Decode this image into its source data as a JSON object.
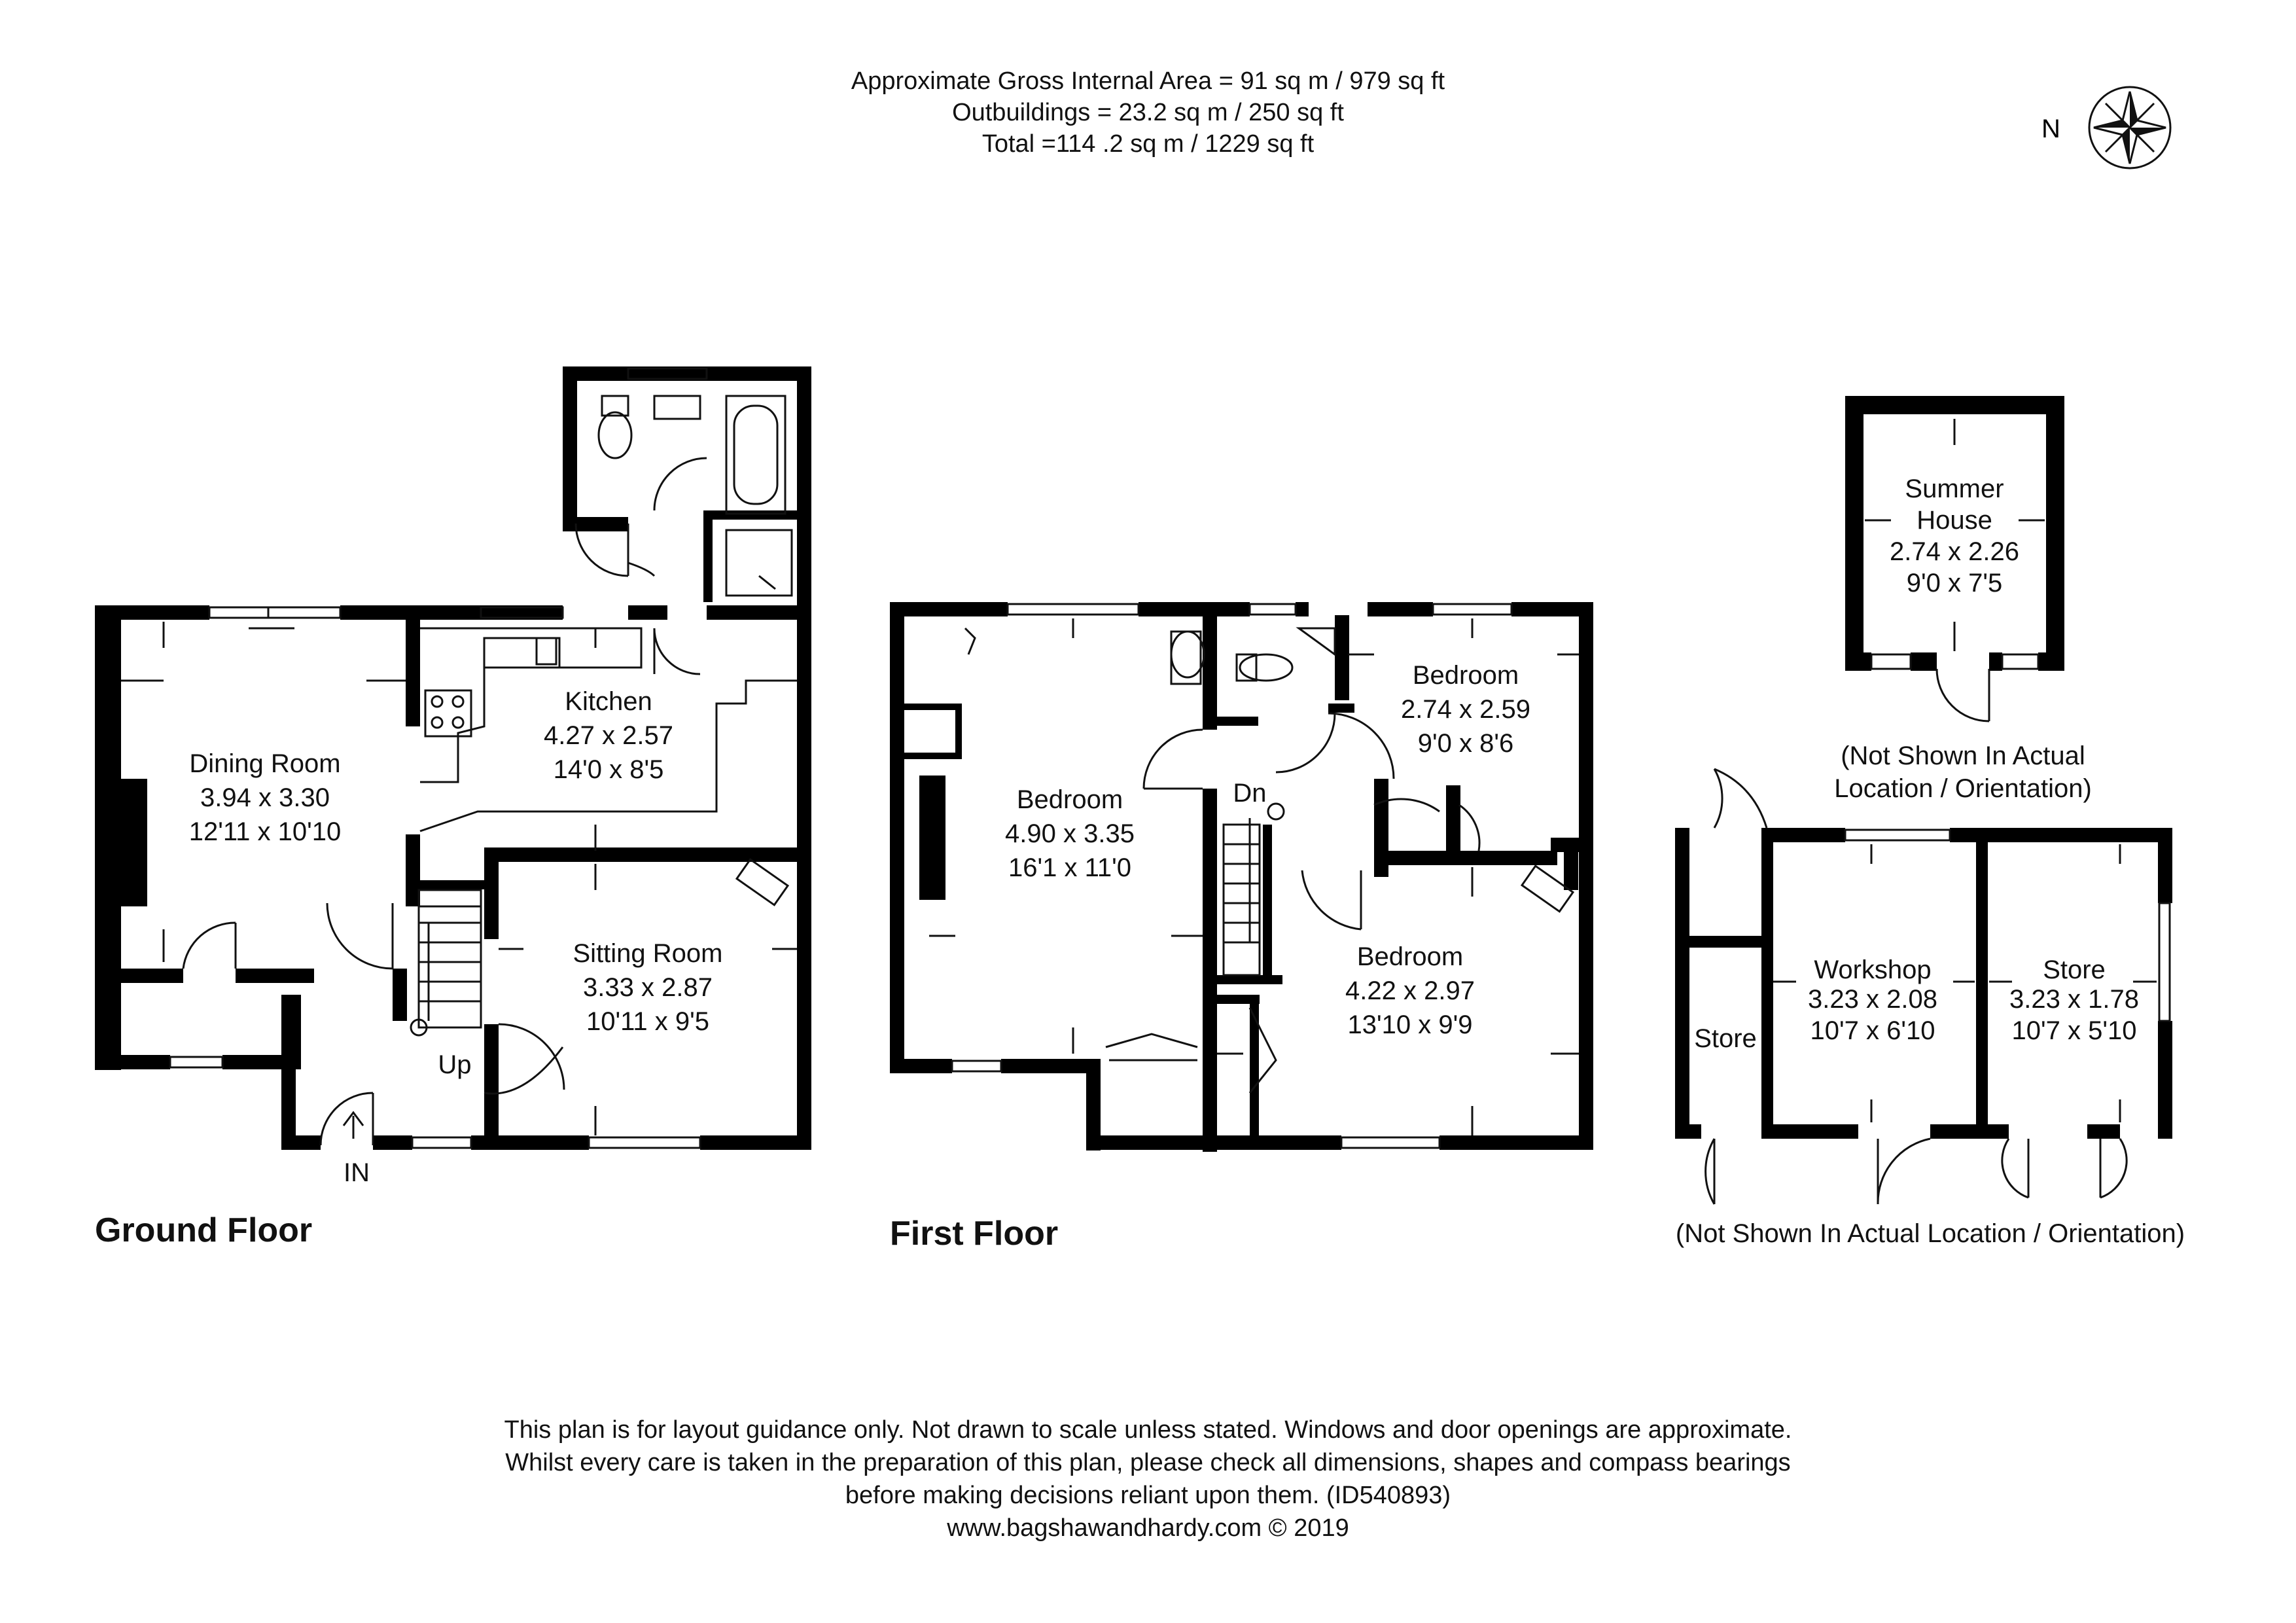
{
  "header": {
    "gross_area": "Approximate Gross Internal Area = 91 sq m / 979 sq ft",
    "outbuildings": "Outbuildings = 23.2 sq m / 250 sq ft",
    "total": "Total =114 .2 sq m / 1229 sq ft"
  },
  "compass": {
    "label": "N"
  },
  "ground_floor": {
    "title": "Ground Floor",
    "rooms": {
      "dining": {
        "name": "Dining Room",
        "metric": "3.94 x 3.30",
        "imperial": "12'11 x 10'10"
      },
      "kitchen": {
        "name": "Kitchen",
        "metric": "4.27 x 2.57",
        "imperial": "14'0 x 8'5"
      },
      "sitting": {
        "name": "Sitting Room",
        "metric": "3.33 x 2.87",
        "imperial": "10'11 x 9'5"
      }
    },
    "up_label": "Up",
    "in_label": "IN"
  },
  "first_floor": {
    "title": "First Floor",
    "rooms": {
      "bed_main": {
        "name": "Bedroom",
        "metric": "4.90 x 3.35",
        "imperial": "16'1 x 11'0"
      },
      "bed_small": {
        "name": "Bedroom",
        "metric": "2.74 x 2.59",
        "imperial": "9'0 x 8'6"
      },
      "bed_mid": {
        "name": "Bedroom",
        "metric": "4.22 x 2.97",
        "imperial": "13'10 x 9'9"
      }
    },
    "dn_label": "Dn"
  },
  "outbuildings": {
    "summer_house": {
      "name_line1": "Summer",
      "name_line2": "House",
      "metric": "2.74 x 2.26",
      "imperial": "9'0 x 7'5"
    },
    "summer_note_line1": "(Not Shown In Actual",
    "summer_note_line2": "Location / Orientation)",
    "store_left": {
      "name": "Store"
    },
    "workshop": {
      "name": "Workshop",
      "metric": "3.23 x 2.08",
      "imperial": "10'7 x 6'10"
    },
    "store_right": {
      "name": "Store",
      "metric": "3.23 x 1.78",
      "imperial": "10'7 x 5'10"
    },
    "block_note": "(Not Shown In Actual Location / Orientation)"
  },
  "footer": {
    "line1": "This plan is for layout guidance only. Not drawn to scale unless stated. Windows and door openings are approximate.",
    "line2": "Whilst every care is taken in the preparation of this plan, please check all dimensions, shapes and compass bearings",
    "line3": "before making decisions reliant upon them. (ID540893)",
    "line4": "www.bagshawandhardy.com © 2019"
  }
}
